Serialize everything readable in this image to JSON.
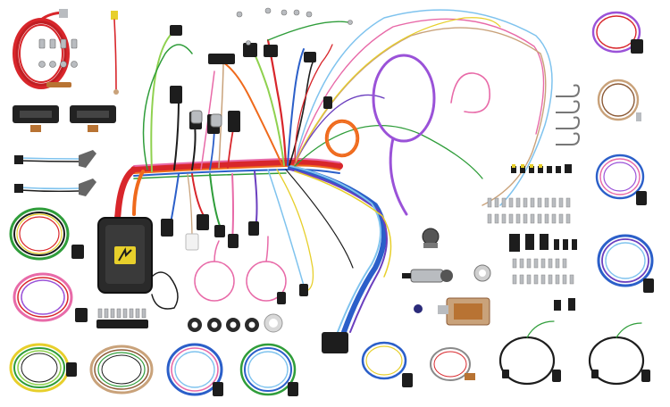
{
  "image": {
    "background": "#ffffff",
    "palette": {
      "red": "#d8262b",
      "dark_red": "#9b1a1e",
      "orange": "#ef6a1c",
      "yellow": "#e7cf2b",
      "green": "#2f9d3a",
      "light_green": "#8fd14f",
      "blue": "#2b5fc9",
      "light_blue": "#7fc3ee",
      "purple": "#6b3fbf",
      "violet": "#9a52d8",
      "pink": "#e86aa8",
      "brown": "#8c5a36",
      "tan": "#c9a27a",
      "gray": "#8a8a8a",
      "black": "#1d1d1d",
      "white": "#f2f2f2",
      "copper": "#b87333",
      "steel": "#b9bcc0"
    },
    "component_icons": [
      "wire-coil",
      "connector-plug",
      "ring-terminal",
      "fuse-block",
      "fuse-box-module",
      "toggle-switch",
      "ignition-switch",
      "headlight-switch",
      "grommet",
      "hook-clip",
      "blade-terminal"
    ]
  }
}
